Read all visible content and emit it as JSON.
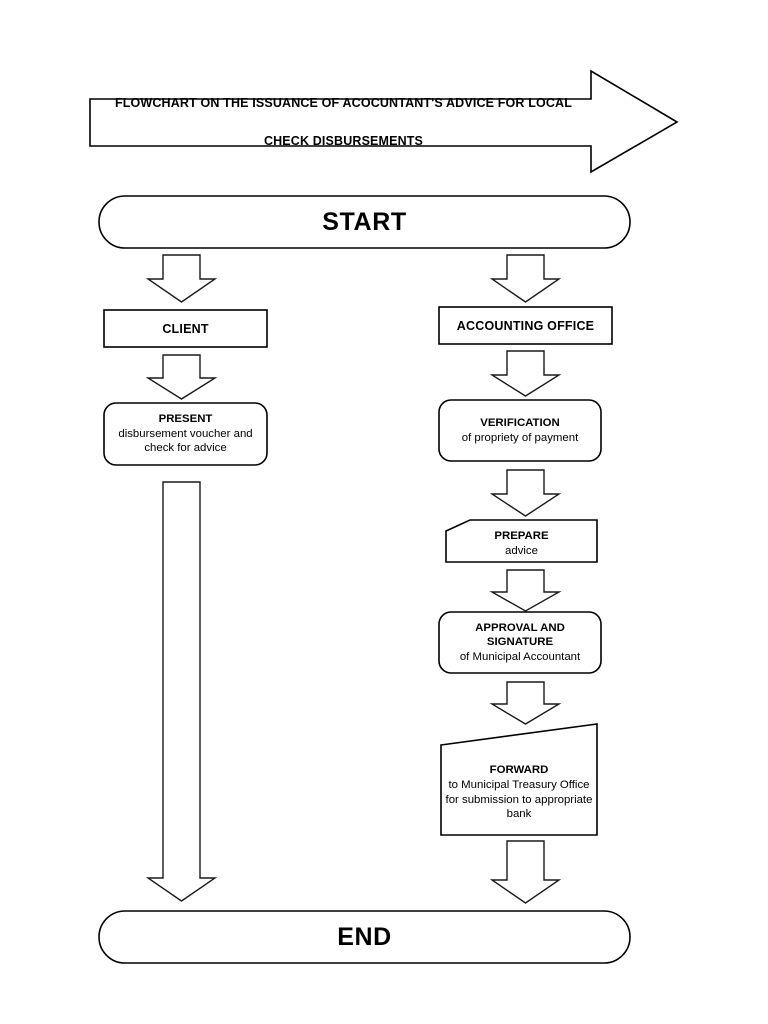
{
  "diagram": {
    "type": "flowchart",
    "title_banner": {
      "shape": "right-arrow-banner",
      "line1": "FLOWCHART ON THE ISSUANCE OF ACOCUNTANT'S ADVICE FOR LOCAL",
      "line2": "CHECK DISBURSEMENTS"
    },
    "start": {
      "shape": "terminator-oval",
      "label": "START"
    },
    "end": {
      "shape": "terminator-oval",
      "label": "END"
    },
    "lanes": [
      {
        "name": "client-lane",
        "actor": {
          "shape": "rectangle",
          "label": "CLIENT"
        },
        "steps": [
          {
            "name": "present-step",
            "shape": "rounded-rectangle",
            "lead": "PRESENT",
            "rest": " disbursement voucher and check for advice",
            "full": "PRESENT disbursement voucher and check for advice"
          }
        ]
      },
      {
        "name": "accounting-office-lane",
        "actor": {
          "shape": "rectangle",
          "label": "ACCOUNTING OFFICE"
        },
        "steps": [
          {
            "name": "verification-step",
            "shape": "rounded-rectangle",
            "lead": "VERIFICATION",
            "rest": " of propriety of payment",
            "full": "VERIFICATION of propriety of payment"
          },
          {
            "name": "prepare-step",
            "shape": "card-bevel-corner",
            "lead": "PREPARE",
            "rest": " advice",
            "full": "PREPARE advice"
          },
          {
            "name": "approval-step",
            "shape": "rounded-rectangle",
            "lead": "APPROVAL AND SIGNATURE",
            "rest": " of Municipal Accountant",
            "full": "APPROVAL AND SIGNATURE of Municipal Accountant"
          },
          {
            "name": "forward-step",
            "shape": "manual-input-trapezoid",
            "lead": "FORWARD",
            "rest": " to Municipal Treasury Office for submission to appropriate bank",
            "full": "FORWARD to Municipal Treasury Office for submission to appropriate bank"
          }
        ]
      }
    ],
    "connectors": [
      {
        "name": "start-to-client",
        "style": "block-arrow-down"
      },
      {
        "name": "start-to-accounting-office",
        "style": "block-arrow-down"
      },
      {
        "name": "client-to-present",
        "style": "block-arrow-down"
      },
      {
        "name": "accounting-office-to-verification",
        "style": "block-arrow-down"
      },
      {
        "name": "verification-to-prepare",
        "style": "block-arrow-down"
      },
      {
        "name": "prepare-to-approval",
        "style": "block-arrow-down"
      },
      {
        "name": "approval-to-forward",
        "style": "block-arrow-down"
      },
      {
        "name": "present-to-end",
        "style": "long-block-arrow-down"
      },
      {
        "name": "forward-to-end",
        "style": "block-arrow-down"
      }
    ],
    "colors": {
      "stroke": "#000000",
      "fill": "#ffffff",
      "text": "#000000",
      "background": "#ffffff"
    }
  }
}
